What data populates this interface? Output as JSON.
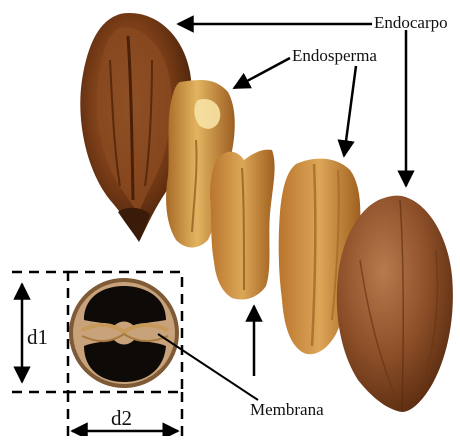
{
  "labels": {
    "endocarpo": "Endocarpo",
    "endosperma": "Endosperma",
    "membrana": "Membrana",
    "d1": "d1",
    "d2": "d2"
  },
  "colors": {
    "shell_dark": "#5e2f12",
    "shell_mid": "#8a4a1f",
    "shell_light": "#a9683a",
    "kernel_dark": "#b5772c",
    "kernel_light": "#e2b15e",
    "kernel_highlight": "#f6e2a4",
    "cross_section_cavity": "#0d0a08",
    "line": "#000000",
    "background": "#ffffff"
  }
}
